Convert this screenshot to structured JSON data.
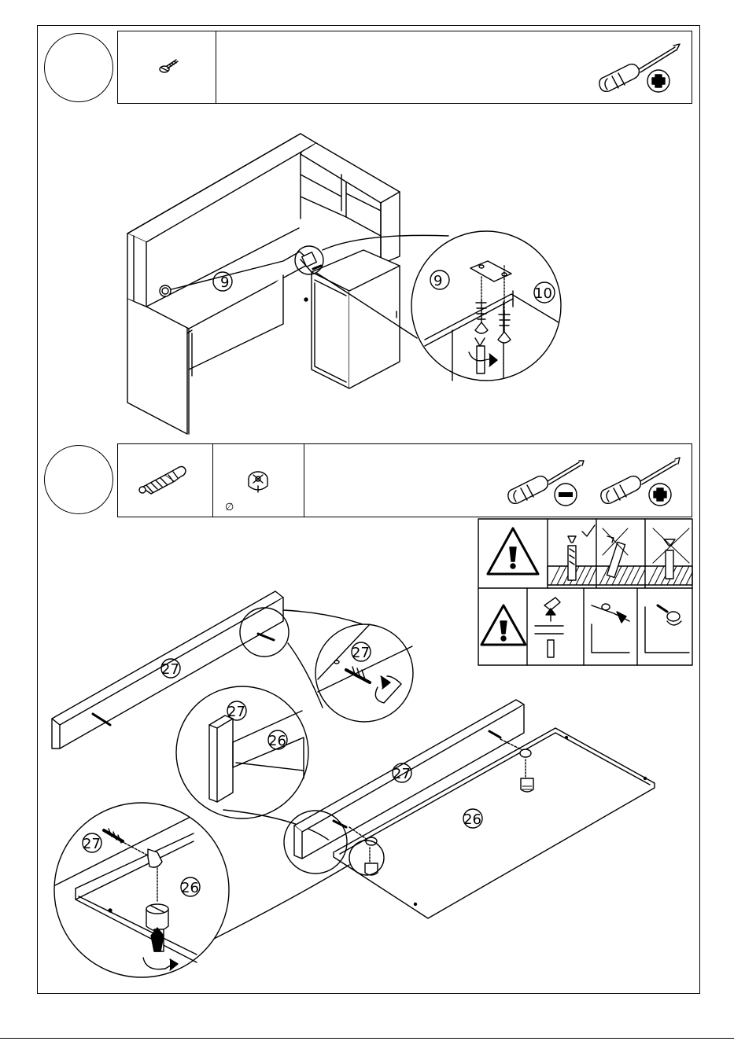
{
  "step1": {
    "part_labels": {
      "desk_top": "9",
      "hutch_side": "10"
    }
  },
  "step2": {
    "diameter_symbol": "∅",
    "part_labels": {
      "rail": "27",
      "panel": "26"
    }
  },
  "tools": {
    "phillips_icon": "phillips-screwdriver-icon",
    "flat_icon": "flat-screwdriver-icon"
  }
}
